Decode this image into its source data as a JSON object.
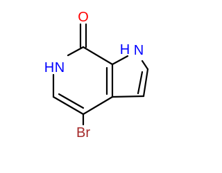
{
  "molecule": {
    "atoms": {
      "oxygen": {
        "symbol": "O",
        "color": "#ff0000"
      },
      "pyrrole_nh": {
        "symbol": "H",
        "color": "#0000ff"
      },
      "pyrrole_n": {
        "symbol": "N",
        "color": "#0000ff"
      },
      "lactam_nh": {
        "symbol": "H",
        "color": "#0000ff"
      },
      "lactam_n": {
        "symbol": "N",
        "color": "#0000ff"
      },
      "bromine": {
        "symbol": "Br",
        "color": "#a52a2a"
      }
    },
    "bond_color": "#000000"
  }
}
